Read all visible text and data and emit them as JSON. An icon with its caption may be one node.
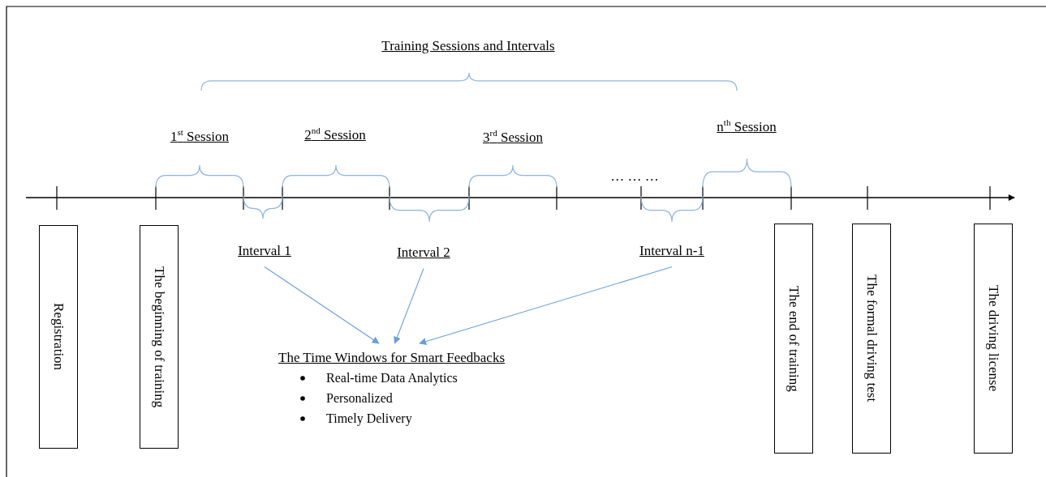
{
  "diagram": {
    "title": "Training Sessions and Intervals",
    "nodes": [
      {
        "text": [
          "Registration"
        ]
      },
      {
        "text": [
          "The beginning of training"
        ]
      },
      {
        "text": [
          "The end of training"
        ]
      },
      {
        "text": [
          "The formal driving test"
        ]
      },
      {
        "text": [
          "The driving license"
        ]
      },
      {
        "text": [
          "Interval 1"
        ]
      },
      {
        "text": [
          "Interval 2"
        ]
      },
      {
        "text": [
          "Interval n-1"
        ]
      },
      {
        "text": [
          "The Time Windows for Smart Feedbacks",
          "Real-time Data Analytics",
          "Personalized",
          "Timely Delivery"
        ]
      }
    ],
    "edges": [
      {
        "from": 5,
        "to": 8,
        "arrow": "to"
      },
      {
        "from": 6,
        "to": 8,
        "arrow": "to"
      },
      {
        "from": 7,
        "to": 8,
        "arrow": "to"
      }
    ],
    "labels": [
      "1$^{st}$ Session",
      "2$^{nd}$ Session",
      "3$^{rd}$ Session",
      "… … …",
      "n$^{th}$ Session"
    ]
  }
}
